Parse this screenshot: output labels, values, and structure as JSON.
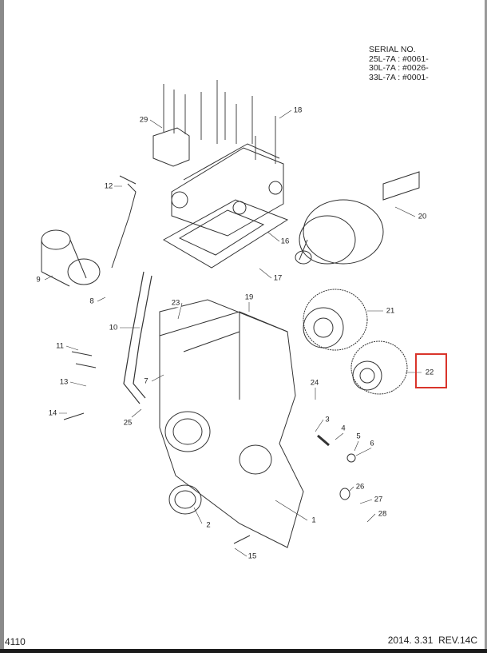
{
  "serial": {
    "title": "SERIAL NO.",
    "lines": [
      "25L-7A : #0061-",
      "30L-7A : #0026-",
      "33L-7A : #0001-"
    ]
  },
  "callouts": [
    "1",
    "2",
    "3",
    "4",
    "5",
    "6",
    "7",
    "8",
    "9",
    "10",
    "11",
    "12",
    "13",
    "14",
    "15",
    "16",
    "17",
    "18",
    "19",
    "20",
    "21",
    "22",
    "23",
    "24",
    "25",
    "26",
    "27",
    "28",
    "29"
  ],
  "highlighted_part": "22",
  "highlight_color": "#d9342b",
  "footer": {
    "page": "4110",
    "revision": "2014. 3.31  REV.14C"
  }
}
